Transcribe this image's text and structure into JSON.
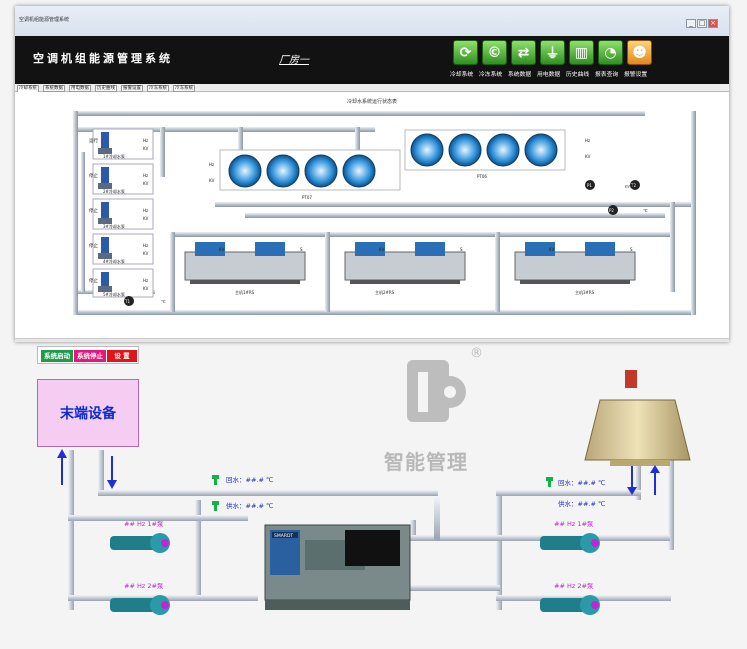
{
  "window": {
    "title": "空调机组能源管理系统",
    "buttons": [
      "_",
      "□",
      "×"
    ]
  },
  "header": {
    "app_title": "空调机组能源管理系统",
    "plant": "厂房一"
  },
  "nav": [
    {
      "label": "冷却系统",
      "icon": "cycle-icon"
    },
    {
      "label": "冷冻系统",
      "icon": "cycle-c-icon"
    },
    {
      "label": "系统数据",
      "icon": "sync-icon"
    },
    {
      "label": "用电数据",
      "icon": "plug-icon"
    },
    {
      "label": "历史曲线",
      "icon": "bar-chart-icon"
    },
    {
      "label": "报表查询",
      "icon": "pie-chart-icon"
    },
    {
      "label": "报警设置",
      "icon": "user-icon"
    }
  ],
  "tabs": [
    "冷却系统",
    "系统数据",
    "用电数据",
    "历史曲线",
    "报警设置",
    "冷冻系统",
    "冷冻系统"
  ],
  "diagram": {
    "title": "冷却水系统运行状态表",
    "pumps": [
      {
        "state": "运行",
        "label": "1#冷却水泵",
        "h": "Hz",
        "kv": "KV"
      },
      {
        "state": "停止",
        "label": "2#冷却水泵",
        "h": "Hz",
        "kv": "KV"
      },
      {
        "state": "停止",
        "label": "3#冷却水泵",
        "h": "Hz",
        "kv": "KV"
      },
      {
        "state": "停止",
        "label": "4#冷却水泵",
        "h": "Hz",
        "kv": "KV"
      },
      {
        "state": "停止",
        "label": "5#冷却水泵",
        "h": "Hz",
        "kv": "KV"
      }
    ],
    "tower_left": {
      "label": "PT07",
      "hz": "Hz",
      "kv": "KV"
    },
    "tower_right": {
      "label": "PT06",
      "hz": "Hz",
      "kv": "KV"
    },
    "chillers": [
      {
        "label": "主机1#RS",
        "kv": "KV",
        "s": "S"
      },
      {
        "label": "主机2#RS",
        "kv": "KV",
        "s": "S"
      },
      {
        "label": "主机3#RS",
        "kv": "KV",
        "s": "S"
      }
    ],
    "sensors": {
      "p1": "P1",
      "p2": "P2",
      "t1": "T1",
      "t2": "T2",
      "unit_c": "℃",
      "unit_flow": "m³/h"
    }
  },
  "control": {
    "start": "系统启动",
    "stop": "系统停止",
    "settings": "设 置"
  },
  "bottom": {
    "terminal": "末端设备",
    "return_water_left": "回水：##.# ℃",
    "supply_water_left": "供水：##.# ℃",
    "return_water_right": "回水：##.# ℃",
    "supply_water_right": "供水：##.# ℃",
    "pump_left_1": "## Hz    1#泵",
    "pump_left_2": "## Hz    2#泵",
    "pump_right_1": "## Hz    1#泵",
    "pump_right_2": "## Hz    2#泵",
    "chiller_brand": "SMARDT",
    "brand": "智能管理",
    "registered": "®"
  },
  "colors": {
    "header": "#121212",
    "pipe": "#c9cfd8",
    "accent": "#2f8f21",
    "magenta": "#c026d3",
    "blue": "#1f2fd6"
  }
}
